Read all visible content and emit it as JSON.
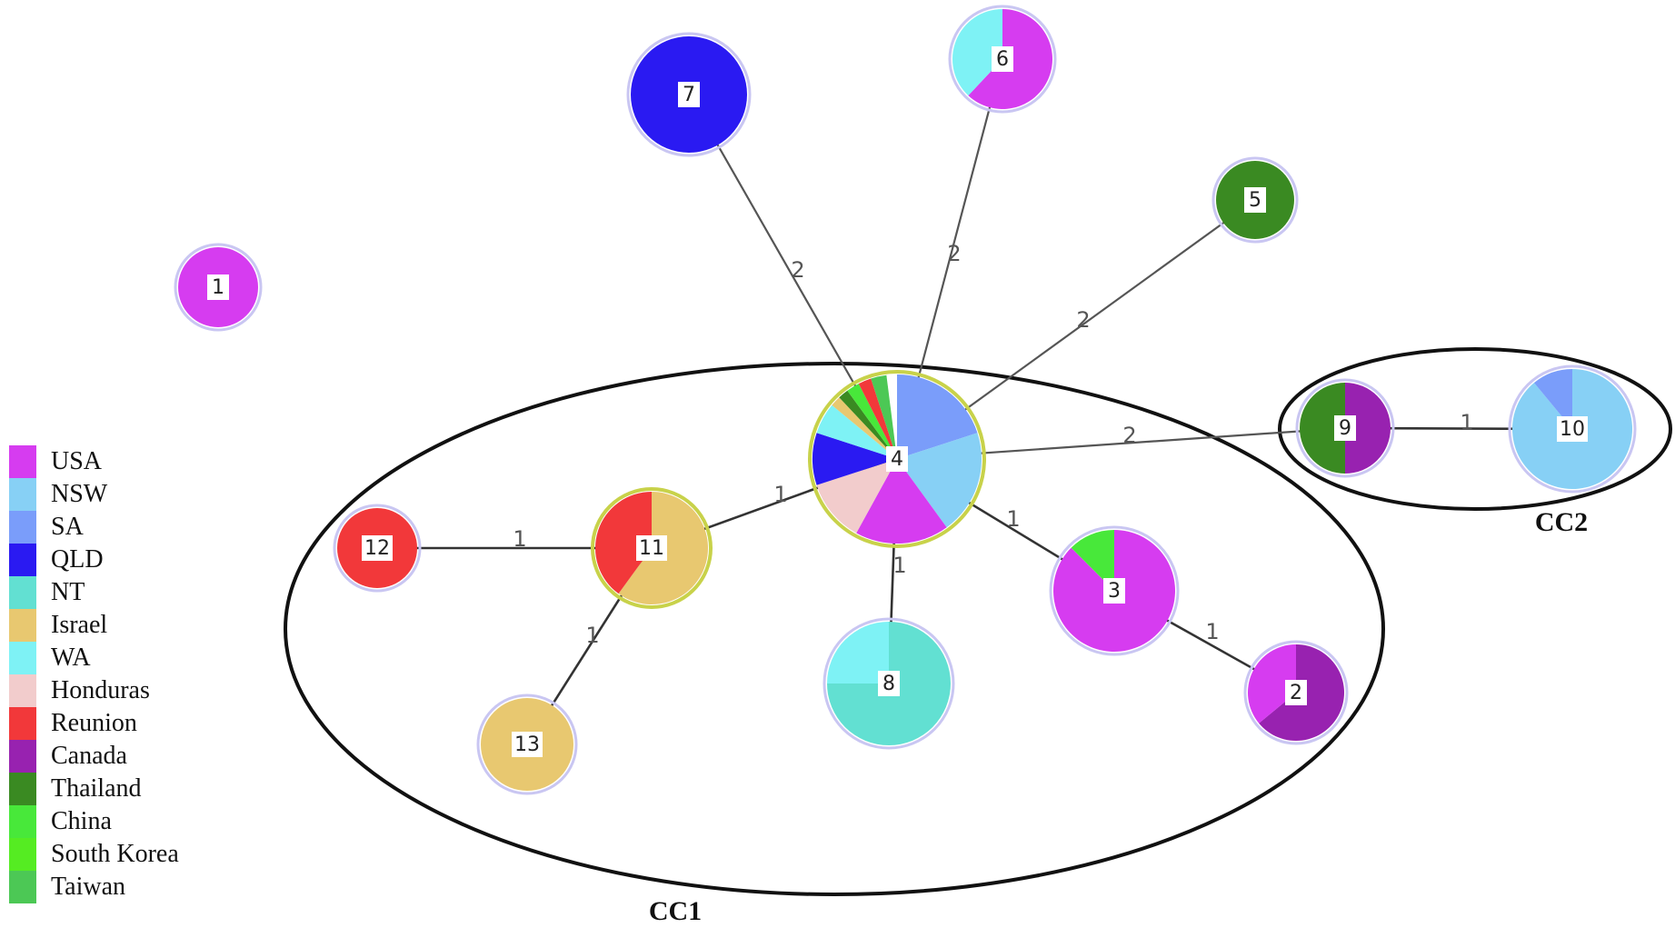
{
  "legend": [
    {
      "label": "USA",
      "color": "#d63cf0"
    },
    {
      "label": "NSW",
      "color": "#87d0f5"
    },
    {
      "label": "SA",
      "color": "#7a9dfa"
    },
    {
      "label": "QLD",
      "color": "#2a1af2"
    },
    {
      "label": "NT",
      "color": "#62e0d2"
    },
    {
      "label": "Israel",
      "color": "#e8c870"
    },
    {
      "label": "WA",
      "color": "#7ef2f5"
    },
    {
      "label": "Honduras",
      "color": "#f2cccc"
    },
    {
      "label": "Reunion",
      "color": "#f2383a"
    },
    {
      "label": "Canada",
      "color": "#9822b0"
    },
    {
      "label": "Thailand",
      "color": "#3a8a22"
    },
    {
      "label": "China",
      "color": "#48e83a"
    },
    {
      "label": "South Korea",
      "color": "#55ec22"
    },
    {
      "label": "Taiwan",
      "color": "#4cc855"
    }
  ],
  "nodes": [
    {
      "id": "1",
      "label": "1",
      "slices": [
        {
          "category": "USA",
          "fraction": 1.0
        }
      ]
    },
    {
      "id": "2",
      "label": "2",
      "slices": [
        {
          "category": "Canada",
          "fraction": 0.64
        },
        {
          "category": "USA",
          "fraction": 0.36
        }
      ]
    },
    {
      "id": "3",
      "label": "3",
      "slices": [
        {
          "category": "USA",
          "fraction": 0.875
        },
        {
          "category": "China",
          "fraction": 0.125
        }
      ]
    },
    {
      "id": "4",
      "label": "4",
      "highlight": true,
      "slices": [
        {
          "category": "SA",
          "fraction": 0.2
        },
        {
          "category": "NSW",
          "fraction": 0.2
        },
        {
          "category": "USA",
          "fraction": 0.18
        },
        {
          "category": "Honduras",
          "fraction": 0.12
        },
        {
          "category": "QLD",
          "fraction": 0.1
        },
        {
          "category": "WA",
          "fraction": 0.06
        },
        {
          "category": "Israel",
          "fraction": 0.02
        },
        {
          "category": "Thailand",
          "fraction": 0.02
        },
        {
          "category": "China",
          "fraction": 0.025
        },
        {
          "category": "Reunion",
          "fraction": 0.025
        },
        {
          "category": "Taiwan",
          "fraction": 0.03
        }
      ]
    },
    {
      "id": "5",
      "label": "5",
      "slices": [
        {
          "category": "Thailand",
          "fraction": 1.0
        }
      ]
    },
    {
      "id": "6",
      "label": "6",
      "slices": [
        {
          "category": "USA",
          "fraction": 0.62
        },
        {
          "category": "WA",
          "fraction": 0.38
        }
      ]
    },
    {
      "id": "7",
      "label": "7",
      "slices": [
        {
          "category": "QLD",
          "fraction": 1.0
        }
      ]
    },
    {
      "id": "8",
      "label": "8",
      "slices": [
        {
          "category": "NT",
          "fraction": 0.75
        },
        {
          "category": "WA",
          "fraction": 0.25
        }
      ]
    },
    {
      "id": "9",
      "label": "9",
      "slices": [
        {
          "category": "Canada",
          "fraction": 0.5
        },
        {
          "category": "Thailand",
          "fraction": 0.5
        }
      ]
    },
    {
      "id": "10",
      "label": "10",
      "slices": [
        {
          "category": "NSW",
          "fraction": 0.89
        },
        {
          "category": "SA",
          "fraction": 0.11
        }
      ]
    },
    {
      "id": "11",
      "label": "11",
      "highlight": true,
      "slices": [
        {
          "category": "Israel",
          "fraction": 0.6
        },
        {
          "category": "Reunion",
          "fraction": 0.4
        }
      ]
    },
    {
      "id": "12",
      "label": "12",
      "slices": [
        {
          "category": "Reunion",
          "fraction": 1.0
        }
      ]
    },
    {
      "id": "13",
      "label": "13",
      "slices": [
        {
          "category": "Israel",
          "fraction": 1.0
        }
      ]
    }
  ],
  "edges": [
    {
      "from": "4",
      "to": "7",
      "label": "2"
    },
    {
      "from": "4",
      "to": "6",
      "label": "2"
    },
    {
      "from": "4",
      "to": "5",
      "label": "2"
    },
    {
      "from": "4",
      "to": "9",
      "label": "2"
    },
    {
      "from": "9",
      "to": "10",
      "label": "1"
    },
    {
      "from": "4",
      "to": "3",
      "label": "1"
    },
    {
      "from": "4",
      "to": "8",
      "label": "1"
    },
    {
      "from": "4",
      "to": "11",
      "label": "1"
    },
    {
      "from": "3",
      "to": "2",
      "label": "1"
    },
    {
      "from": "11",
      "to": "12",
      "label": "1"
    },
    {
      "from": "11",
      "to": "13",
      "label": "1"
    }
  ],
  "clonal_complexes": [
    {
      "id": "CC1",
      "label": "CC1"
    },
    {
      "id": "CC2",
      "label": "CC2"
    }
  ]
}
